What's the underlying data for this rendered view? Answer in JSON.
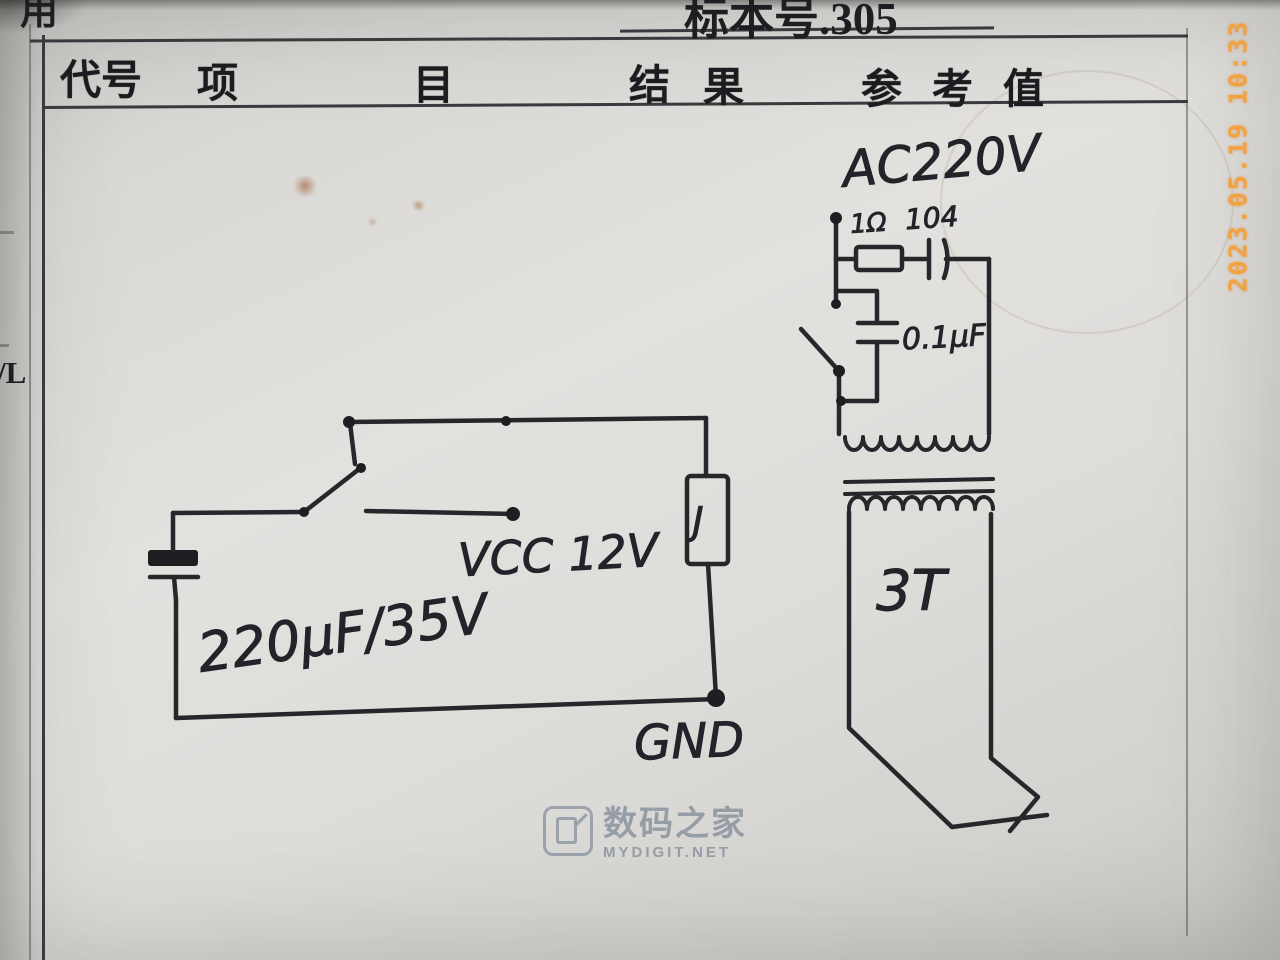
{
  "photo": {
    "timestamp": "2023.05.19  10:33"
  },
  "form": {
    "specimen_no": "标本号.305",
    "corner_fragment": "用",
    "row_fragment": "/L",
    "headers": {
      "code": "代号",
      "item_1": "项",
      "item_2": "目",
      "result_1": "结",
      "result_2": "果",
      "reference": "参考值"
    }
  },
  "circuit": {
    "left": {
      "capacitor": "220μF/35V",
      "supply": "VCC 12V",
      "ground": "GND",
      "relay": "J"
    },
    "right": {
      "input": "AC220V",
      "resistor": "1Ω",
      "capacitor_104": "104",
      "capacitor_arc": "0.1μF",
      "turns": "3T"
    }
  },
  "watermark": {
    "name_cn": "数码之家",
    "name_en": "MYDIGIT.NET"
  },
  "colors": {
    "ink": "#25252b",
    "timestamp_orange": "#f2a23e",
    "watermark_gray": "#7c8695"
  }
}
